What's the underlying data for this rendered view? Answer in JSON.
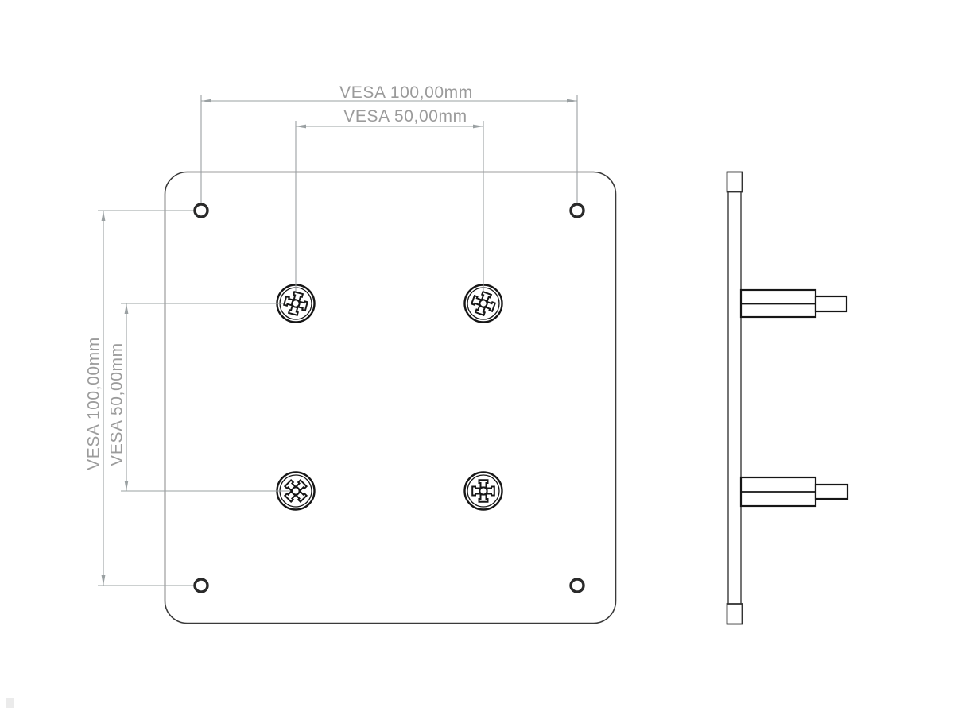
{
  "page": {
    "background": "#ffffff",
    "description": "CAD technical drawing of a VESA monitor-mount adapter plate: front view with dimension lines and side view with two threaded studs"
  },
  "colors": {
    "background": "#ffffff",
    "dimension_line": "#9aa0a2",
    "dimension_text": "#9b9b9b",
    "plate_outline": "#3a3a3a",
    "hole_outline": "#2a2a2a",
    "screw_outline": "#161616",
    "watermark": "#ebebeb"
  },
  "front_view": {
    "name": "front view",
    "dims": {
      "top_outer": {
        "label": "VESA 100,00mm",
        "value": "100,00",
        "unit": "mm",
        "orientation": "horizontal"
      },
      "top_inner": {
        "label": "VESA 50,00mm",
        "value": "50,00",
        "unit": "mm",
        "orientation": "horizontal"
      },
      "left_outer": {
        "label": "VESA 100,00mm",
        "value": "100,00",
        "unit": "mm",
        "orientation": "vertical"
      },
      "left_inner": {
        "label": "VESA 50,00mm",
        "value": "50,00",
        "unit": "mm",
        "orientation": "vertical"
      }
    },
    "features": {
      "corner_hole_count": 4,
      "screw_count": 4
    }
  },
  "side_view": {
    "name": "side view",
    "stud_count": 2
  }
}
